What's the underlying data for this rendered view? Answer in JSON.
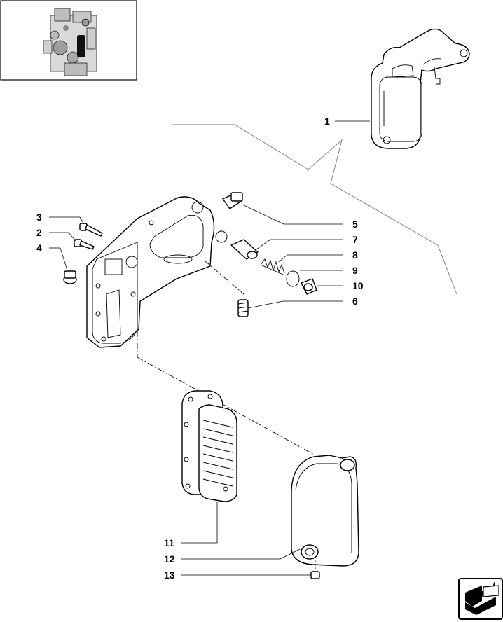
{
  "diagram": {
    "callouts": [
      {
        "number": "1"
      },
      {
        "number": "2"
      },
      {
        "number": "3"
      },
      {
        "number": "4"
      },
      {
        "number": "5"
      },
      {
        "number": "6"
      },
      {
        "number": "7"
      },
      {
        "number": "8"
      },
      {
        "number": "9"
      },
      {
        "number": "10"
      },
      {
        "number": "11"
      },
      {
        "number": "12"
      },
      {
        "number": "13"
      }
    ],
    "icons": {
      "thumbnail": "engine-thumbnail-icon",
      "navigation": "next-page-arrow-icon"
    }
  }
}
